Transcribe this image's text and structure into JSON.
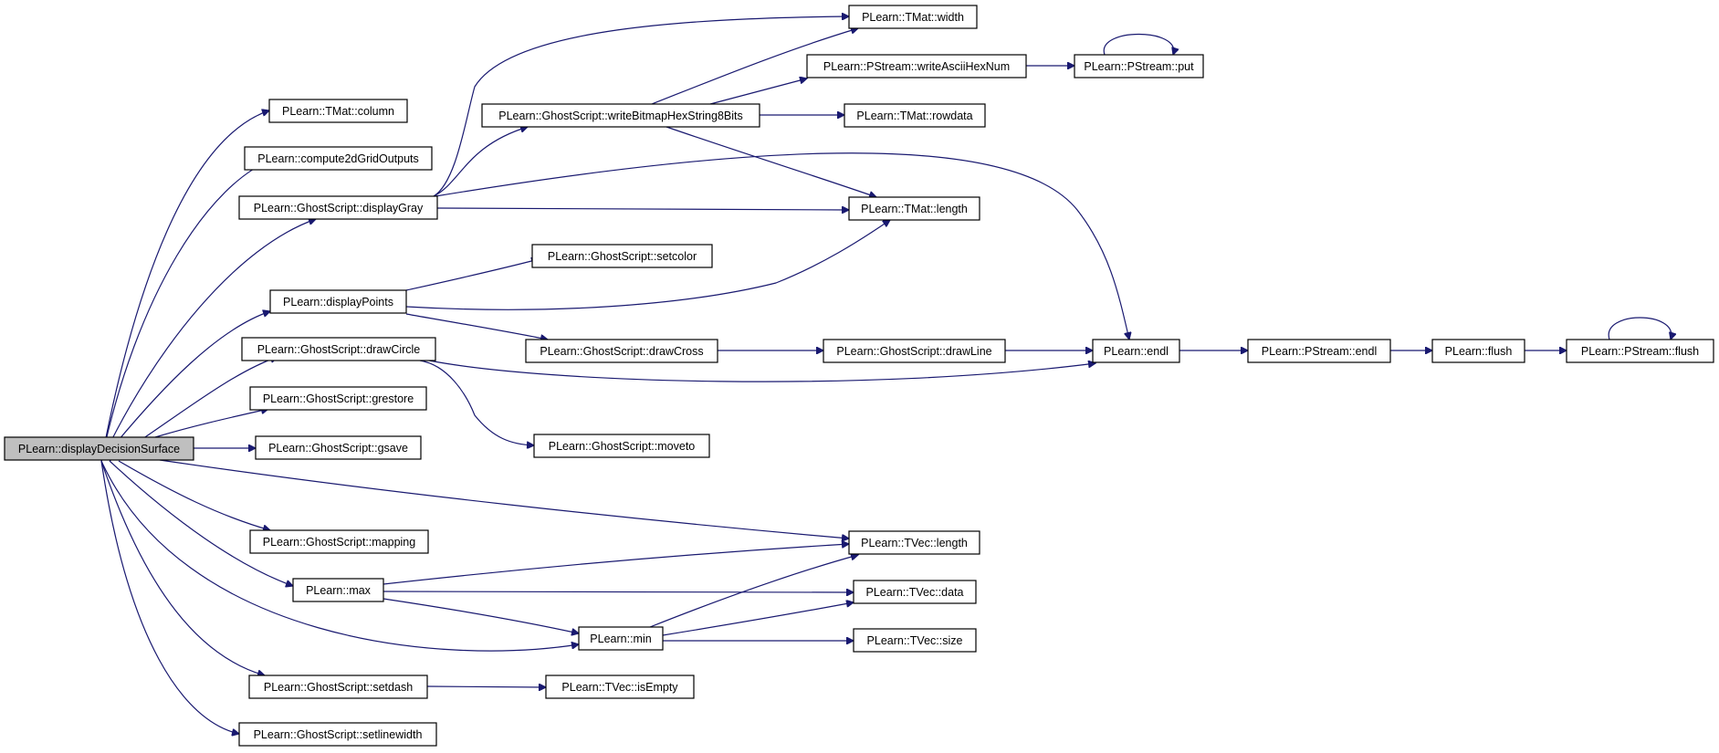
{
  "graph": {
    "edge_color": "#191970",
    "root_fill": "#bfbfbf",
    "nodes": [
      {
        "id": "root",
        "label": "PLearn::displayDecisionSurface"
      },
      {
        "id": "tmat_column",
        "label": "PLearn::TMat::column"
      },
      {
        "id": "compute2d",
        "label": "PLearn::compute2dGridOutputs"
      },
      {
        "id": "displaygray",
        "label": "PLearn::GhostScript::displayGray"
      },
      {
        "id": "displaypoints",
        "label": "PLearn::displayPoints"
      },
      {
        "id": "drawcircle",
        "label": "PLearn::GhostScript::drawCircle"
      },
      {
        "id": "grestore",
        "label": "PLearn::GhostScript::grestore"
      },
      {
        "id": "gsave",
        "label": "PLearn::GhostScript::gsave"
      },
      {
        "id": "mapping",
        "label": "PLearn::GhostScript::mapping"
      },
      {
        "id": "max",
        "label": "PLearn::max"
      },
      {
        "id": "setdash",
        "label": "PLearn::GhostScript::setdash"
      },
      {
        "id": "setlinewidth",
        "label": "PLearn::GhostScript::setlinewidth"
      },
      {
        "id": "writebitmap",
        "label": "PLearn::GhostScript::writeBitmapHexString8Bits"
      },
      {
        "id": "setcolor",
        "label": "PLearn::GhostScript::setcolor"
      },
      {
        "id": "drawcross",
        "label": "PLearn::GhostScript::drawCross"
      },
      {
        "id": "moveto",
        "label": "PLearn::GhostScript::moveto"
      },
      {
        "id": "min",
        "label": "PLearn::min"
      },
      {
        "id": "tvec_isempty",
        "label": "PLearn::TVec::isEmpty"
      },
      {
        "id": "tmat_width",
        "label": "PLearn::TMat::width"
      },
      {
        "id": "writeasciihex",
        "label": "PLearn::PStream::writeAsciiHexNum"
      },
      {
        "id": "tmat_rowdata",
        "label": "PLearn::TMat::rowdata"
      },
      {
        "id": "tmat_length",
        "label": "PLearn::TMat::length"
      },
      {
        "id": "drawline",
        "label": "PLearn::GhostScript::drawLine"
      },
      {
        "id": "tvec_length",
        "label": "PLearn::TVec::length"
      },
      {
        "id": "tvec_data",
        "label": "PLearn::TVec::data"
      },
      {
        "id": "tvec_size",
        "label": "PLearn::TVec::size"
      },
      {
        "id": "pstream_put",
        "label": "PLearn::PStream::put"
      },
      {
        "id": "endl",
        "label": "PLearn::endl"
      },
      {
        "id": "pstream_endl",
        "label": "PLearn::PStream::endl"
      },
      {
        "id": "flush",
        "label": "PLearn::flush"
      },
      {
        "id": "pstream_flush",
        "label": "PLearn::PStream::flush"
      }
    ],
    "edges": [
      {
        "from": "root",
        "to": "tmat_column"
      },
      {
        "from": "root",
        "to": "compute2d"
      },
      {
        "from": "root",
        "to": "displaygray"
      },
      {
        "from": "root",
        "to": "displaypoints"
      },
      {
        "from": "root",
        "to": "drawcircle"
      },
      {
        "from": "root",
        "to": "grestore"
      },
      {
        "from": "root",
        "to": "gsave"
      },
      {
        "from": "root",
        "to": "tvec_length"
      },
      {
        "from": "root",
        "to": "mapping"
      },
      {
        "from": "root",
        "to": "max"
      },
      {
        "from": "root",
        "to": "min"
      },
      {
        "from": "root",
        "to": "setdash"
      },
      {
        "from": "root",
        "to": "setlinewidth"
      },
      {
        "from": "displaygray",
        "to": "tmat_width"
      },
      {
        "from": "displaygray",
        "to": "writebitmap"
      },
      {
        "from": "displaygray",
        "to": "endl"
      },
      {
        "from": "displaygray",
        "to": "tmat_length"
      },
      {
        "from": "writebitmap",
        "to": "tmat_width"
      },
      {
        "from": "writebitmap",
        "to": "writeasciihex"
      },
      {
        "from": "writebitmap",
        "to": "tmat_rowdata"
      },
      {
        "from": "writebitmap",
        "to": "tmat_length"
      },
      {
        "from": "writeasciihex",
        "to": "pstream_put"
      },
      {
        "from": "pstream_put",
        "to": "pstream_put"
      },
      {
        "from": "displaypoints",
        "to": "setcolor"
      },
      {
        "from": "displaypoints",
        "to": "tmat_length"
      },
      {
        "from": "displaypoints",
        "to": "drawcross"
      },
      {
        "from": "drawcircle",
        "to": "endl"
      },
      {
        "from": "drawcircle",
        "to": "moveto"
      },
      {
        "from": "drawcross",
        "to": "drawline"
      },
      {
        "from": "drawline",
        "to": "endl"
      },
      {
        "from": "endl",
        "to": "pstream_endl"
      },
      {
        "from": "pstream_endl",
        "to": "flush"
      },
      {
        "from": "flush",
        "to": "pstream_flush"
      },
      {
        "from": "pstream_flush",
        "to": "pstream_flush"
      },
      {
        "from": "max",
        "to": "tvec_length"
      },
      {
        "from": "max",
        "to": "tvec_data"
      },
      {
        "from": "max",
        "to": "min"
      },
      {
        "from": "min",
        "to": "tvec_length"
      },
      {
        "from": "min",
        "to": "tvec_data"
      },
      {
        "from": "min",
        "to": "tvec_size"
      },
      {
        "from": "setdash",
        "to": "tvec_isempty"
      }
    ]
  }
}
